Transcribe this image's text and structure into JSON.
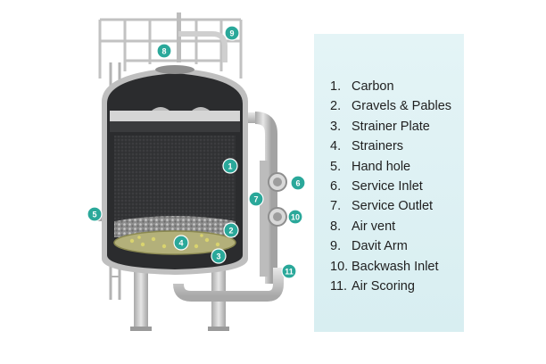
{
  "legend": {
    "items": [
      {
        "number": "1.",
        "label": "Carbon"
      },
      {
        "number": "2.",
        "label": "Gravels & Pables"
      },
      {
        "number": "3.",
        "label": "Strainer Plate"
      },
      {
        "number": "4.",
        "label": "Strainers"
      },
      {
        "number": "5.",
        "label": "Hand hole"
      },
      {
        "number": "6.",
        "label": "Service Inlet"
      },
      {
        "number": "7.",
        "label": "Service Outlet"
      },
      {
        "number": "8.",
        "label": "Air vent"
      },
      {
        "number": "9.",
        "label": "Davit Arm"
      },
      {
        "number": "10.",
        "label": "Backwash Inlet"
      },
      {
        "number": "11.",
        "label": "Air Scoring"
      }
    ]
  },
  "callouts": [
    "1",
    "2",
    "3",
    "4",
    "5",
    "6",
    "7",
    "8",
    "9",
    "10",
    "11"
  ],
  "colors": {
    "callout": "#2aa89a",
    "panel": "#dbf0f3",
    "steel": "#c9c9c9",
    "shell_dark": "#2f3032",
    "media": "#3a3b3d"
  }
}
